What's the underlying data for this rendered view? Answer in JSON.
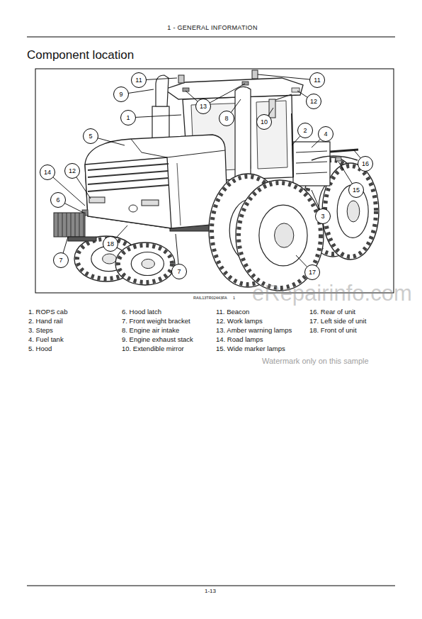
{
  "diagram": {
    "title": "Component location",
    "nodes": [
      {
        "text": [
          "11"
        ]
      },
      {
        "text": [
          "11"
        ]
      },
      {
        "text": [
          "9"
        ]
      },
      {
        "text": [
          "12"
        ]
      },
      {
        "text": [
          "13"
        ]
      },
      {
        "text": [
          "1"
        ]
      },
      {
        "text": [
          "8"
        ]
      },
      {
        "text": [
          "10"
        ]
      },
      {
        "text": [
          "2"
        ]
      },
      {
        "text": [
          "4"
        ]
      },
      {
        "text": [
          "5"
        ]
      },
      {
        "text": [
          "16"
        ]
      },
      {
        "text": [
          "12"
        ]
      },
      {
        "text": [
          "14"
        ]
      },
      {
        "text": [
          "15"
        ]
      },
      {
        "text": [
          "6"
        ]
      },
      {
        "text": [
          "3"
        ]
      },
      {
        "text": [
          "18"
        ]
      },
      {
        "text": [
          "7"
        ]
      },
      {
        "text": [
          "7"
        ]
      },
      {
        "text": [
          "17"
        ]
      }
    ],
    "labels": [
      "1 - GENERAL INFORMATION",
      "RAIL13TR02443FA",
      "1",
      "1. ROPS cab",
      "2. Hand rail",
      "3. Steps",
      "4. Fuel tank",
      "5. Hood",
      "6. Hood latch",
      "7. Front weight bracket",
      "8. Engine air intake",
      "9. Engine exhaust stack",
      "10. Extendible mirror",
      "11. Beacon",
      "12. Work lamps",
      "13. Amber warning lamps",
      "14. Road lamps",
      "15. Wide marker lamps",
      "16. Rear of unit",
      "17. Left side of unit",
      "18. Front of unit",
      "eRepairinfo.com",
      "Watermark only on this sample",
      "1-13"
    ]
  }
}
